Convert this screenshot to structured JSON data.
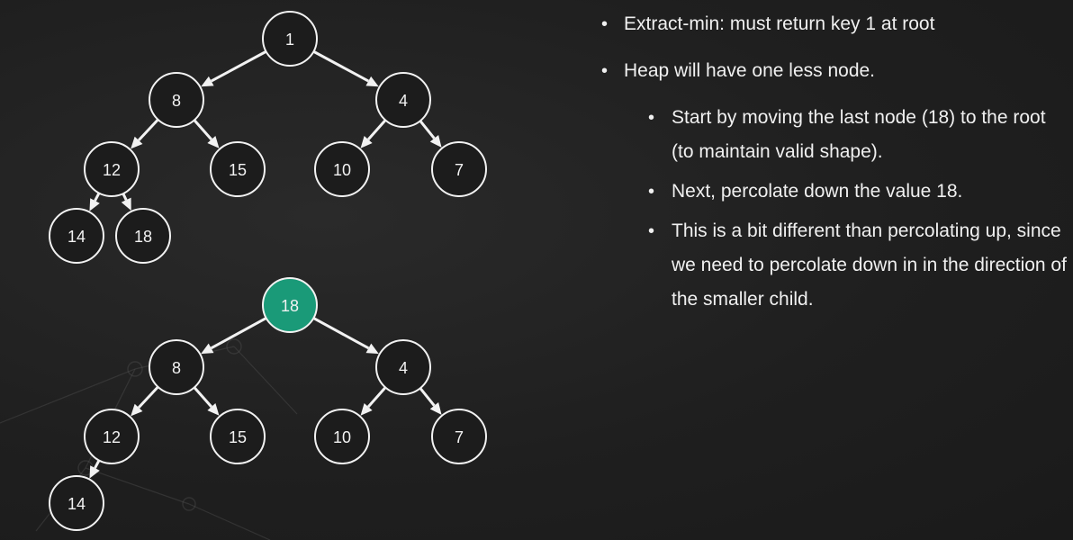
{
  "trees": [
    {
      "id": "before",
      "nodes": [
        {
          "id": "t1n1",
          "key": "1"
        },
        {
          "id": "t1n8",
          "key": "8"
        },
        {
          "id": "t1n4",
          "key": "4"
        },
        {
          "id": "t1n12",
          "key": "12"
        },
        {
          "id": "t1n15",
          "key": "15"
        },
        {
          "id": "t1n10",
          "key": "10"
        },
        {
          "id": "t1n7",
          "key": "7"
        },
        {
          "id": "t1n14",
          "key": "14"
        },
        {
          "id": "t1n18",
          "key": "18"
        }
      ],
      "edges": [
        [
          "t1n1",
          "t1n8"
        ],
        [
          "t1n1",
          "t1n4"
        ],
        [
          "t1n8",
          "t1n12"
        ],
        [
          "t1n8",
          "t1n15"
        ],
        [
          "t1n4",
          "t1n10"
        ],
        [
          "t1n4",
          "t1n7"
        ],
        [
          "t1n12",
          "t1n14"
        ],
        [
          "t1n12",
          "t1n18"
        ]
      ]
    },
    {
      "id": "after",
      "nodes": [
        {
          "id": "t2n18",
          "key": "18",
          "highlight": true
        },
        {
          "id": "t2n8",
          "key": "8"
        },
        {
          "id": "t2n4",
          "key": "4"
        },
        {
          "id": "t2n12",
          "key": "12"
        },
        {
          "id": "t2n15",
          "key": "15"
        },
        {
          "id": "t2n10",
          "key": "10"
        },
        {
          "id": "t2n7",
          "key": "7"
        },
        {
          "id": "t2n14",
          "key": "14"
        }
      ],
      "edges": [
        [
          "t2n18",
          "t2n8"
        ],
        [
          "t2n18",
          "t2n4"
        ],
        [
          "t2n8",
          "t2n12"
        ],
        [
          "t2n8",
          "t2n15"
        ],
        [
          "t2n4",
          "t2n10"
        ],
        [
          "t2n4",
          "t2n7"
        ],
        [
          "t2n12",
          "t2n14"
        ]
      ]
    }
  ],
  "colors": {
    "highlight_node": "#1a9a78",
    "chalk": "#f2f2f2",
    "board": "#1e1e1e"
  },
  "bullets": [
    {
      "level": 1,
      "text": "Extract-min: must return key 1 at root"
    },
    {
      "level": 1,
      "text": "Heap will have one less node."
    },
    {
      "level": 2,
      "text": "Start by moving the last node (18) to the root (to maintain valid shape)."
    },
    {
      "level": 2,
      "text": "Next, percolate down the value 18."
    },
    {
      "level": 2,
      "text": "This is a bit different than percolating up, since we need to percolate down in in the direction of the smaller child."
    }
  ]
}
